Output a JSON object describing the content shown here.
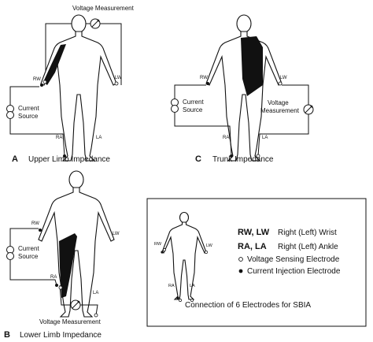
{
  "panels": {
    "a": {
      "letter": "A",
      "caption": "Upper Limb Impedance",
      "voltage_label": "Voltage Measurement",
      "current_label_1": "Current",
      "current_label_2": "Source",
      "electrodes": {
        "rw": "RW",
        "lw": "LW",
        "ra": "RA",
        "la": "LA"
      }
    },
    "c": {
      "letter": "C",
      "caption": "Trunk Impedance",
      "current_label_1": "Current",
      "current_label_2": "Source",
      "voltage_label_1": "Voltage",
      "voltage_label_2": "Measurement",
      "electrodes": {
        "rw": "RW",
        "lw": "LW",
        "ra": "RA",
        "la": "LA"
      }
    },
    "b": {
      "letter": "B",
      "caption": "Lower Limb Impedance",
      "voltage_label": "Voltage Measurement",
      "current_label_1": "Current",
      "current_label_2": "Source",
      "electrodes": {
        "rw": "RW",
        "lw": "LW",
        "ra": "RA",
        "la": "LA"
      }
    }
  },
  "legend": {
    "rw_lw_abbr": "RW, LW",
    "rw_lw_text": "Right (Left) Wrist",
    "ra_la_abbr": "RA, LA",
    "ra_la_text": "Right (Left) Ankle",
    "voltage_text": "Voltage Sensing Electrode",
    "current_text": "Current Injection Electrode",
    "footer": "Connection of 6 Electrodes for SBIA",
    "electrodes": {
      "rw": "RW",
      "lw": "LW",
      "ra": "RA",
      "la": "LA"
    }
  }
}
